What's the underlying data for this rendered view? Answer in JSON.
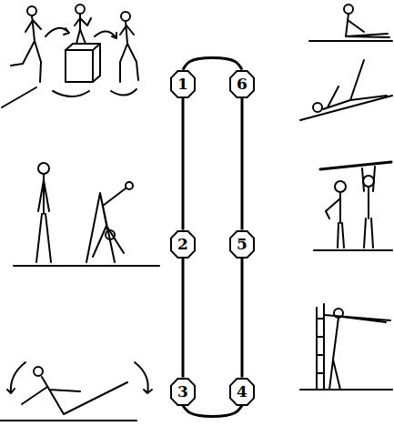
{
  "diagram": {
    "nodes": [
      {
        "text": [
          "1"
        ]
      },
      {
        "text": [
          "2"
        ]
      },
      {
        "text": [
          "3"
        ]
      },
      {
        "text": [
          "4"
        ]
      },
      {
        "text": [
          "5"
        ]
      },
      {
        "text": [
          "6"
        ]
      }
    ],
    "edges": [
      {
        "from": 0,
        "to": 1,
        "arrow": "none"
      },
      {
        "from": 1,
        "to": 2,
        "arrow": "none"
      },
      {
        "from": 2,
        "to": 3,
        "arrow": "none"
      },
      {
        "from": 3,
        "to": 4,
        "arrow": "none"
      },
      {
        "from": 4,
        "to": 5,
        "arrow": "none"
      },
      {
        "from": 5,
        "to": 0,
        "arrow": "none"
      }
    ]
  }
}
